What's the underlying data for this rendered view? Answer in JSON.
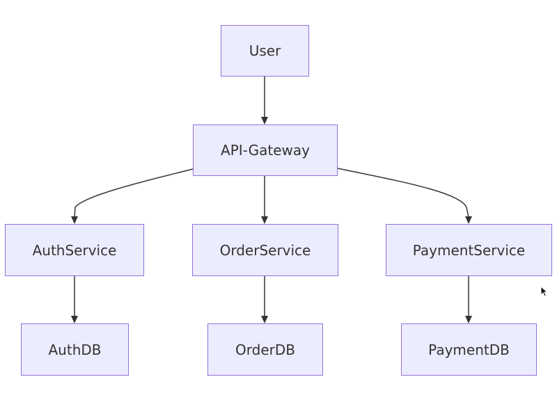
{
  "diagram": {
    "type": "flowchart",
    "direction": "top-down",
    "nodes": {
      "user": "User",
      "api_gateway": "API-Gateway",
      "auth_service": "AuthService",
      "order_service": "OrderService",
      "payment_service": "PaymentService",
      "auth_db": "AuthDB",
      "order_db": "OrderDB",
      "payment_db": "PaymentDB"
    },
    "edges": [
      [
        "User",
        "API-Gateway"
      ],
      [
        "API-Gateway",
        "AuthService"
      ],
      [
        "API-Gateway",
        "OrderService"
      ],
      [
        "API-Gateway",
        "PaymentService"
      ],
      [
        "AuthService",
        "AuthDB"
      ],
      [
        "OrderService",
        "OrderDB"
      ],
      [
        "PaymentService",
        "PaymentDB"
      ]
    ]
  },
  "colors": {
    "node_fill": "#ECECFF",
    "node_border": "#9370DB",
    "edge": "#333333",
    "text": "#333333"
  }
}
